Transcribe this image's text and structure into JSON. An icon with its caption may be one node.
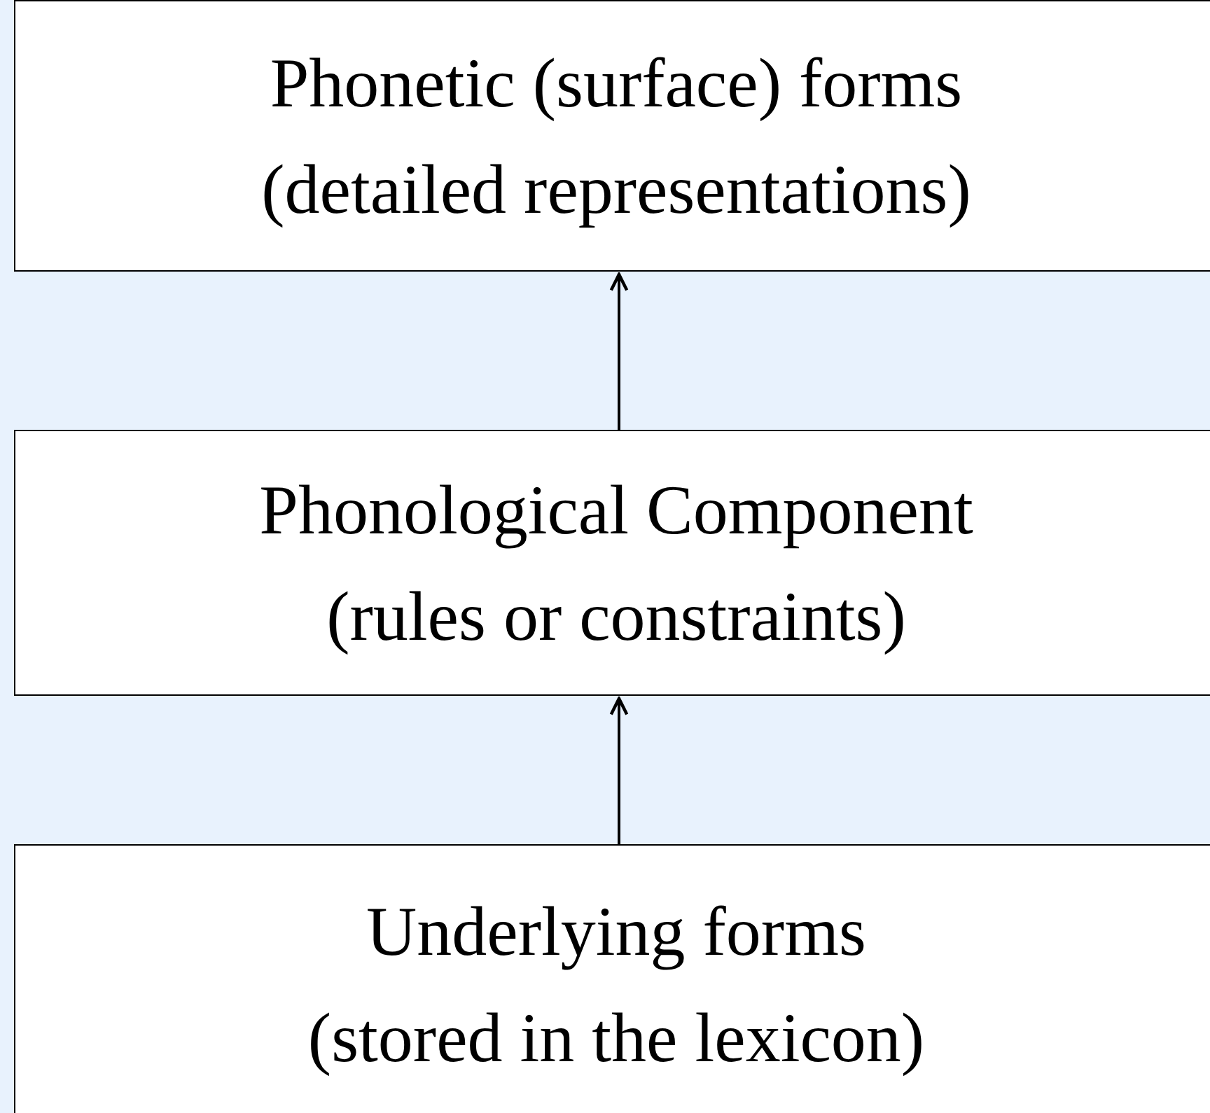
{
  "diagram": {
    "nodes": [
      {
        "text": [
          "Phonetic (surface) forms",
          "(detailed representations)"
        ]
      },
      {
        "text": [
          "Phonological Component",
          "(rules or constraints)"
        ]
      },
      {
        "text": [
          "Underlying forms",
          "(stored in the lexicon)"
        ]
      }
    ],
    "edges": [
      {
        "from": 1,
        "to": 0,
        "arrow": "to"
      },
      {
        "from": 2,
        "to": 1,
        "arrow": "to"
      }
    ]
  }
}
